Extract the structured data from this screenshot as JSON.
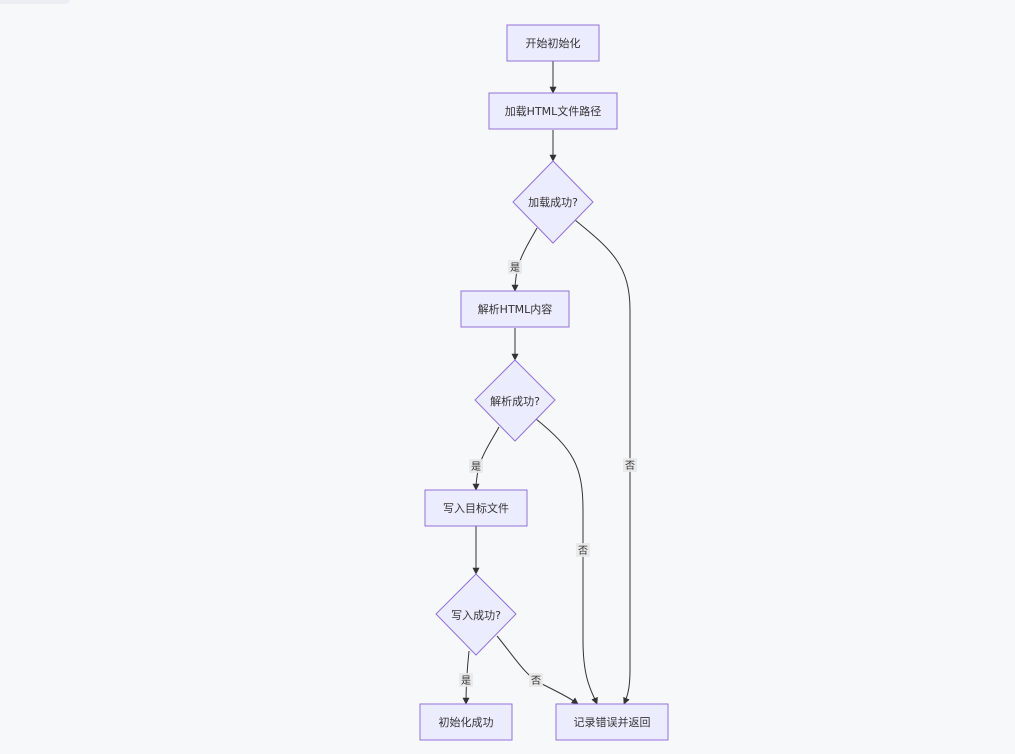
{
  "nodes": {
    "start": "开始初始化",
    "load_path": "加载HTML文件路径",
    "load_ok": "加载成功?",
    "parse_html": "解析HTML内容",
    "parse_ok": "解析成功?",
    "write_file": "写入目标文件",
    "write_ok": "写入成功?",
    "init_success": "初始化成功",
    "log_error": "记录错误并返回"
  },
  "edge_labels": {
    "load_yes": "是",
    "load_no": "否",
    "parse_yes": "是",
    "parse_no": "否",
    "write_yes": "是",
    "write_no": "否"
  },
  "colors": {
    "node_fill": "#ececff",
    "node_stroke": "#9370db",
    "edge": "#333333",
    "background": "#f7f8fa"
  }
}
